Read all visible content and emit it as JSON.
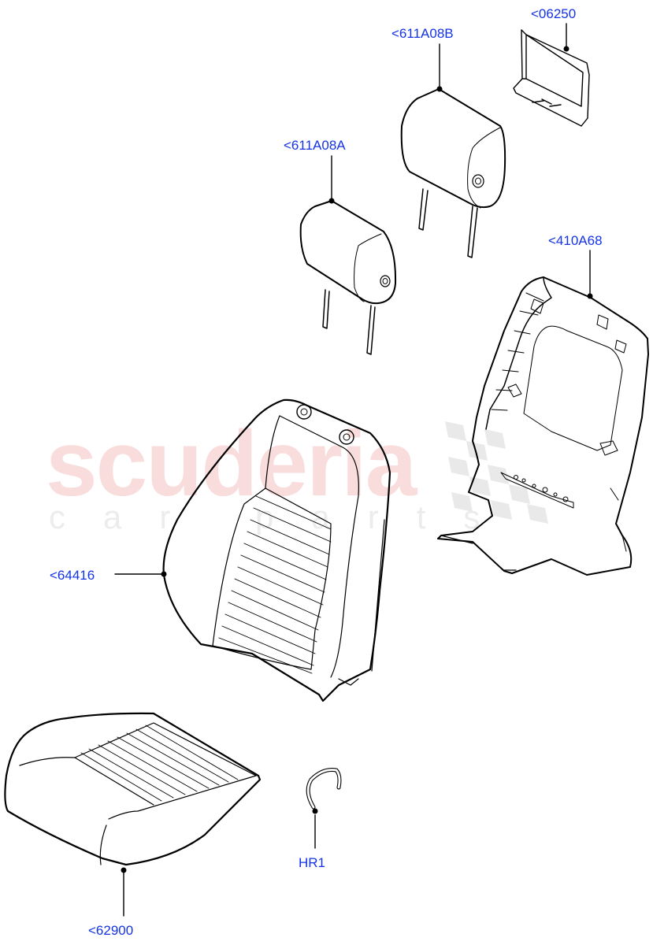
{
  "watermark": {
    "brand": "scuderia",
    "tagline": "car parts",
    "brand_color": "#f9dcdc",
    "tagline_color": "#ececec"
  },
  "colors": {
    "callout_text": "#1533e6",
    "line": "#000000",
    "background": "#ffffff"
  },
  "callouts": [
    {
      "id": "06250",
      "label": "<06250",
      "part": "headrest-guide-bracket"
    },
    {
      "id": "611A08B",
      "label": "<611A08B",
      "part": "headrest-right"
    },
    {
      "id": "611A08A",
      "label": "<611A08A",
      "part": "headrest-left"
    },
    {
      "id": "410A68",
      "label": "<410A68",
      "part": "seat-back-panel"
    },
    {
      "id": "64416",
      "label": "<64416",
      "part": "seat-back-cover"
    },
    {
      "id": "HR1",
      "label": "HR1",
      "part": "hog-ring"
    },
    {
      "id": "62900",
      "label": "<62900",
      "part": "seat-cushion-cover"
    }
  ]
}
